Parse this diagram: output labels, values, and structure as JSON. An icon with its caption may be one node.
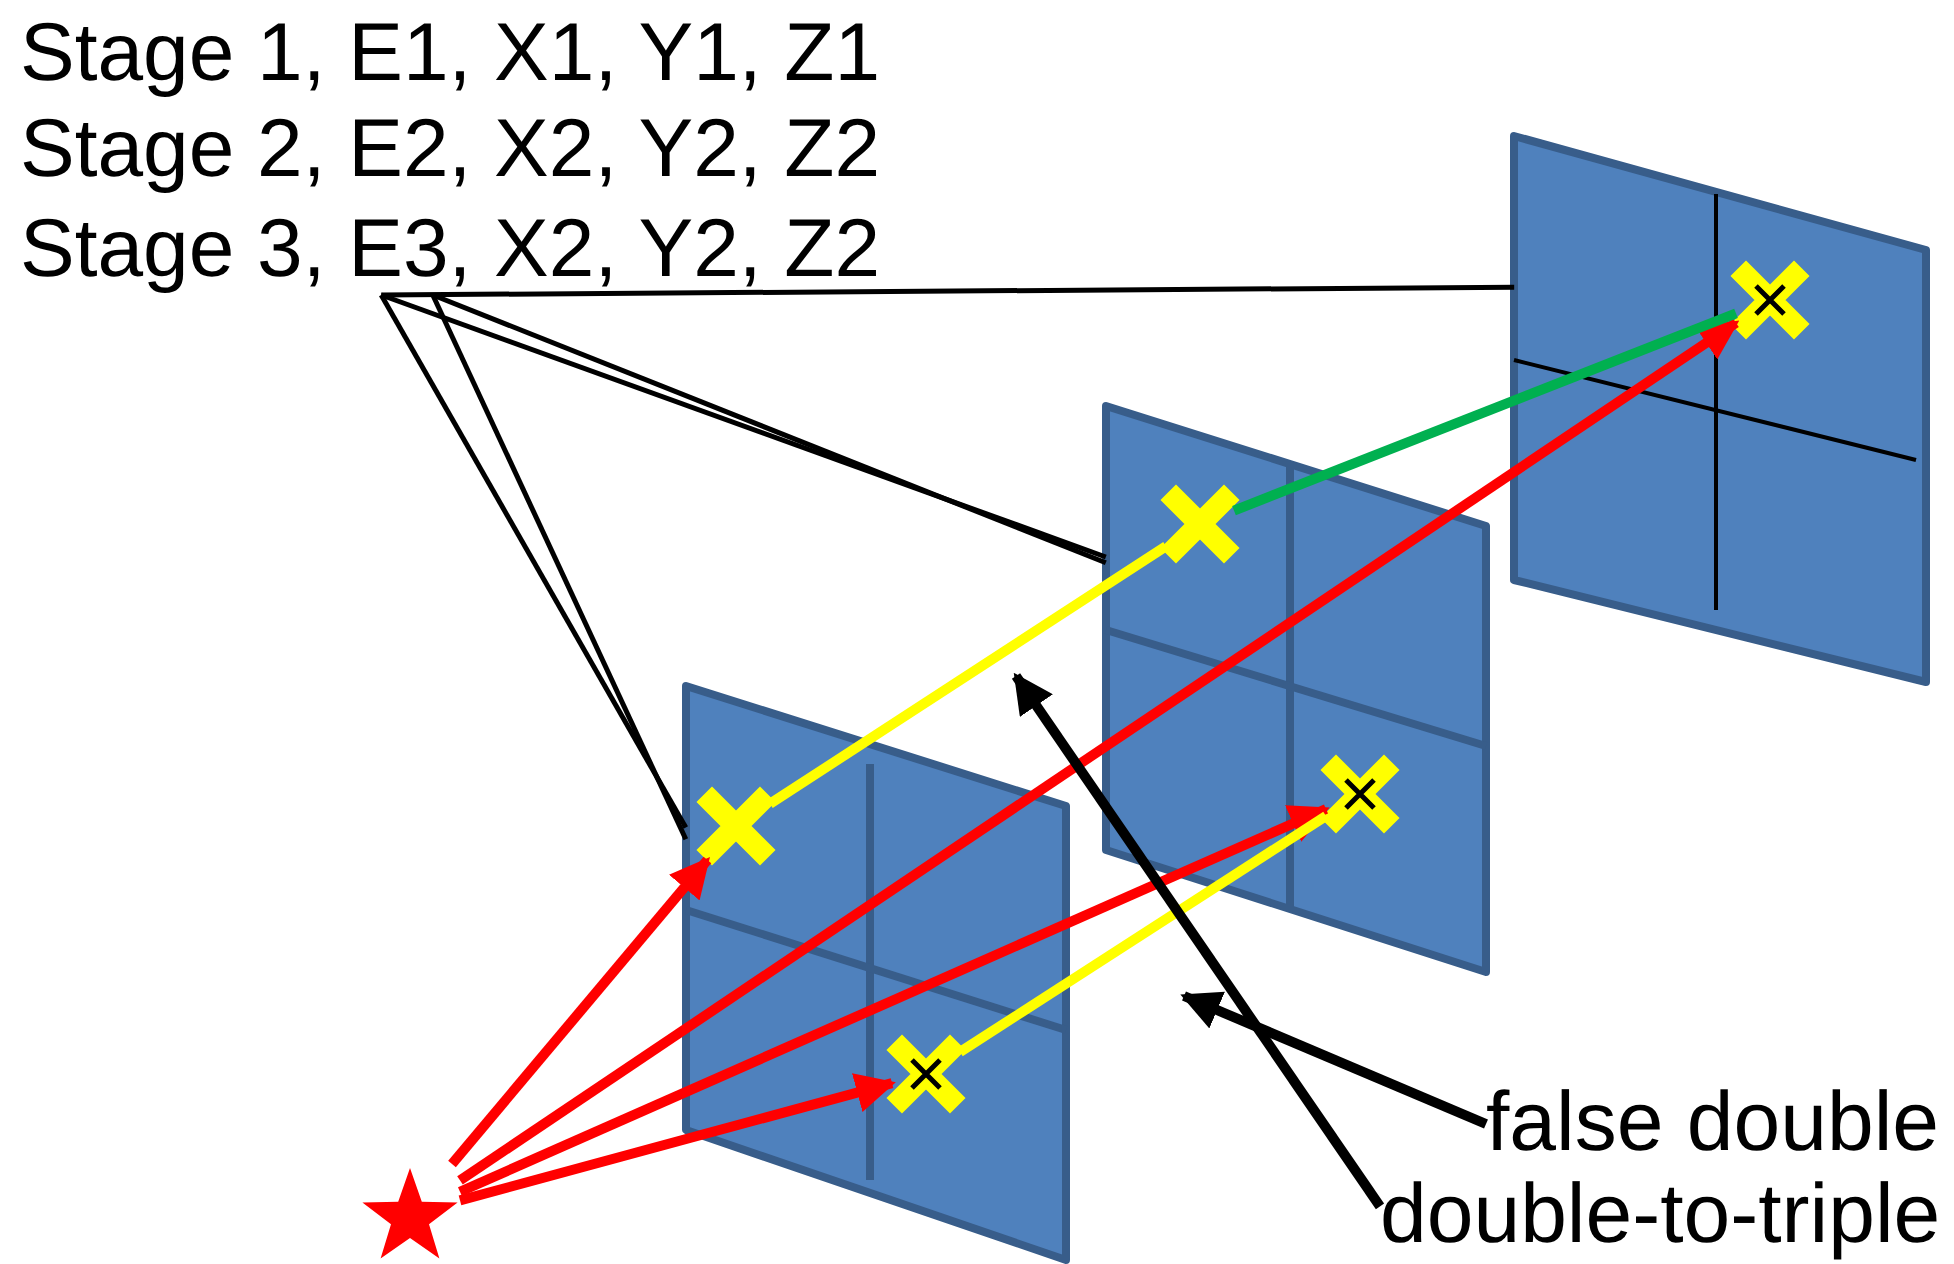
{
  "diagram": {
    "nodes": [
      {
        "text": [
          "Stage 1, E1, X1, Y1, Z1"
        ]
      },
      {
        "text": [
          "Stage 2, E2, X2, Y2, Z2"
        ]
      },
      {
        "text": [
          "Stage 3, E3, X2, Y2, Z2"
        ]
      },
      {
        "text": [],
        "shape": "box"
      },
      {
        "text": [],
        "shape": "cross",
        "in": 3
      },
      {
        "text": [],
        "shape": "cross",
        "in": 3
      },
      {
        "text": [],
        "shape": "box"
      },
      {
        "text": [],
        "shape": "cross",
        "in": 6
      },
      {
        "text": [],
        "shape": "cross",
        "in": 6
      },
      {
        "text": [],
        "shape": "box"
      },
      {
        "text": [],
        "shape": "cross",
        "in": 9
      },
      {
        "text": [],
        "shape": "star"
      },
      {
        "text": [
          "false double"
        ]
      },
      {
        "text": [
          "double-to-triple"
        ]
      }
    ],
    "edges": [
      {
        "from": 2,
        "to": 3,
        "arrow": "none"
      },
      {
        "from": 2,
        "to": 3,
        "arrow": "none"
      },
      {
        "from": 2,
        "to": 6,
        "arrow": "none"
      },
      {
        "from": 2,
        "to": 6,
        "arrow": "none"
      },
      {
        "from": 2,
        "to": 9,
        "arrow": "none"
      },
      {
        "from": 11,
        "to": 4,
        "arrow": "to",
        "color": "#ff0000"
      },
      {
        "from": 11,
        "to": 5,
        "arrow": "to",
        "color": "#ff0000"
      },
      {
        "from": 11,
        "to": 8,
        "arrow": "to",
        "color": "#ff0000"
      },
      {
        "from": 11,
        "to": 10,
        "arrow": "to",
        "color": "#ff0000"
      },
      {
        "from": 4,
        "to": 7,
        "arrow": "none",
        "color": "#ffff00"
      },
      {
        "from": 5,
        "to": 8,
        "arrow": "none",
        "color": "#ffff00"
      },
      {
        "from": 7,
        "to": 10,
        "arrow": "none",
        "color": "#00b050"
      },
      {
        "from": 12,
        "to": null,
        "arrow": "to"
      },
      {
        "from": 13,
        "to": null,
        "arrow": "to"
      }
    ]
  }
}
